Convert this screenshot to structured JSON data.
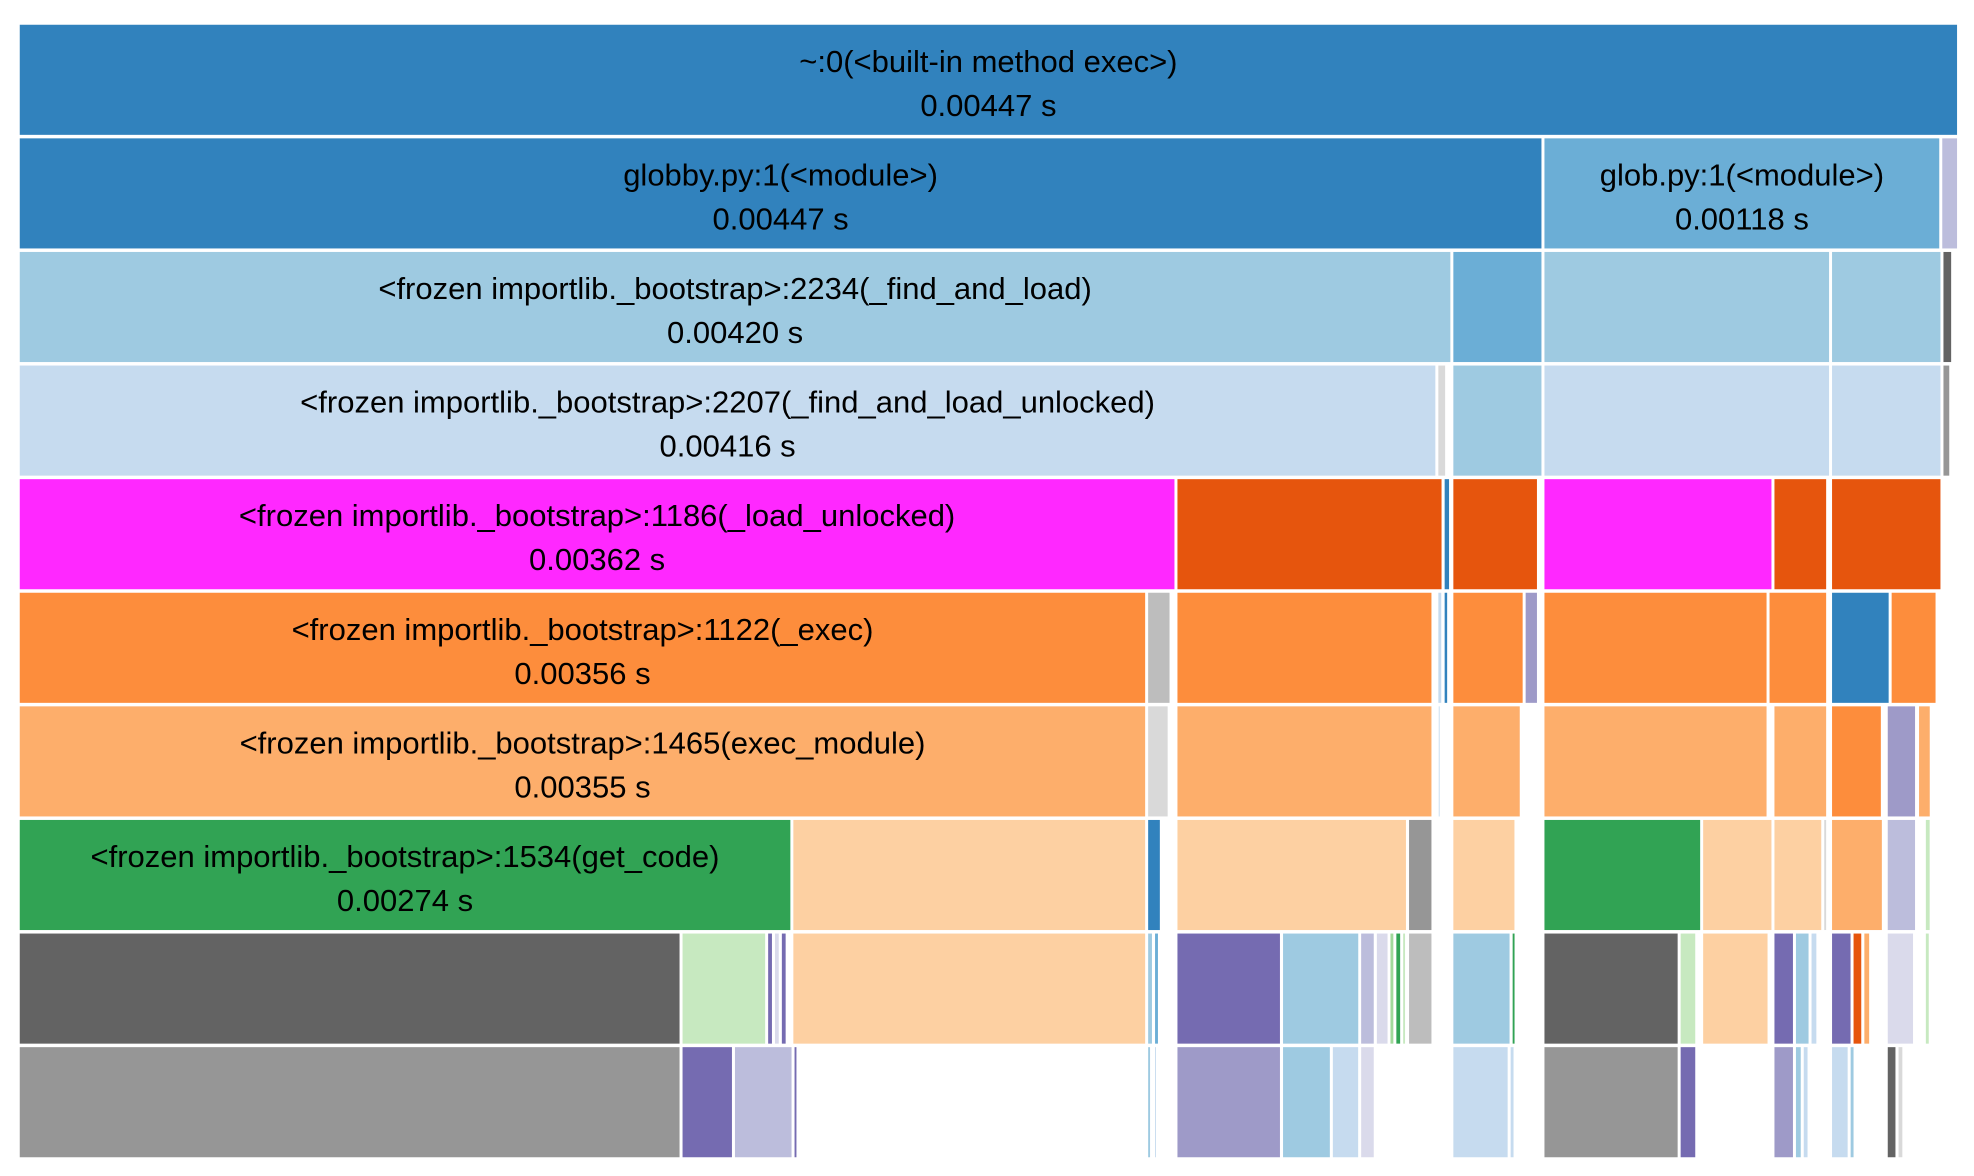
{
  "palette": {
    "dark_blue": "#3182bd",
    "mid_blue": "#6baed6",
    "light_blue": "#9ecae1",
    "pale_blue": "#c6dbef",
    "magenta": "#ff28ff",
    "dark_orange": "#e6550d",
    "orange": "#fd8d3c",
    "light_orange": "#fdae6b",
    "pale_orange": "#fdd0a2",
    "green": "#31a354",
    "light_green": "#a1d99b",
    "pale_green": "#c7e9c0",
    "dark_purple": "#756bb1",
    "purple": "#9e9ac8",
    "light_purple": "#bcbddc",
    "pale_purple": "#dadaeb",
    "dark_gray": "#636363",
    "gray": "#969696",
    "light_gray": "#bdbdbd",
    "pale_gray": "#d9d9d9",
    "divider": "#ffffff"
  },
  "chart_data": {
    "type": "icicle",
    "description_unit": "s",
    "root_total_s": 0.00447,
    "depth_levels": 10,
    "nodes": [
      {
        "depth": 0,
        "start": 0.0,
        "end": 0.993,
        "label": "~:0(<built-in method exec>)",
        "value": "0.00447 s",
        "color": "dark_blue"
      },
      {
        "depth": 1,
        "start": 0.0,
        "end": 0.7803,
        "label": "globby.py:1(<module>)",
        "value": "0.00447 s",
        "color": "dark_blue"
      },
      {
        "depth": 1,
        "start": 0.7803,
        "end": 0.9839,
        "label": "glob.py:1(<module>)",
        "value": "0.00118 s",
        "color": "mid_blue"
      },
      {
        "depth": 1,
        "start": 0.9839,
        "end": 0.993,
        "color": "light_purple"
      },
      {
        "depth": 2,
        "start": 0.0,
        "end": 0.7337,
        "label": "<frozen importlib._bootstrap>:2234(_find_and_load)",
        "value": "0.00420 s",
        "color": "light_blue"
      },
      {
        "depth": 2,
        "start": 0.7337,
        "end": 0.7803,
        "color": "mid_blue"
      },
      {
        "depth": 2,
        "start": 0.7803,
        "end": 0.9275,
        "color": "light_blue"
      },
      {
        "depth": 2,
        "start": 0.9275,
        "end": 0.9845,
        "color": "light_blue"
      },
      {
        "depth": 2,
        "start": 0.9845,
        "end": 0.99,
        "color": "dark_gray"
      },
      {
        "depth": 3,
        "start": 0.0,
        "end": 0.726,
        "label": "<frozen importlib._bootstrap>:2207(_find_and_load_unlocked)",
        "value": "0.00416 s",
        "color": "pale_blue"
      },
      {
        "depth": 3,
        "start": 0.726,
        "end": 0.731,
        "color": "pale_gray"
      },
      {
        "depth": 3,
        "start": 0.7337,
        "end": 0.7803,
        "color": "light_blue"
      },
      {
        "depth": 3,
        "start": 0.7803,
        "end": 0.9275,
        "color": "pale_blue"
      },
      {
        "depth": 3,
        "start": 0.9275,
        "end": 0.9845,
        "color": "pale_blue"
      },
      {
        "depth": 3,
        "start": 0.9845,
        "end": 0.989,
        "color": "gray"
      },
      {
        "depth": 4,
        "start": 0.0,
        "end": 0.5925,
        "label": "<frozen importlib._bootstrap>:1186(_load_unlocked)",
        "value": "0.00362 s",
        "color": "magenta"
      },
      {
        "depth": 4,
        "start": 0.5925,
        "end": 0.7292,
        "color": "dark_orange"
      },
      {
        "depth": 4,
        "start": 0.7292,
        "end": 0.733,
        "color": "dark_blue"
      },
      {
        "depth": 4,
        "start": 0.7337,
        "end": 0.778,
        "color": "dark_orange"
      },
      {
        "depth": 4,
        "start": 0.7803,
        "end": 0.898,
        "color": "magenta"
      },
      {
        "depth": 4,
        "start": 0.898,
        "end": 0.926,
        "color": "dark_orange"
      },
      {
        "depth": 4,
        "start": 0.9275,
        "end": 0.9845,
        "color": "dark_orange"
      },
      {
        "depth": 5,
        "start": 0.0,
        "end": 0.5775,
        "label": "<frozen importlib._bootstrap>:1122(_exec)",
        "value": "0.00356 s",
        "color": "orange"
      },
      {
        "depth": 5,
        "start": 0.5775,
        "end": 0.59,
        "color": "light_gray"
      },
      {
        "depth": 5,
        "start": 0.5925,
        "end": 0.724,
        "color": "orange"
      },
      {
        "depth": 5,
        "start": 0.726,
        "end": 0.729,
        "color": "pale_blue"
      },
      {
        "depth": 5,
        "start": 0.7292,
        "end": 0.732,
        "color": "dark_blue"
      },
      {
        "depth": 5,
        "start": 0.7337,
        "end": 0.7707,
        "color": "orange"
      },
      {
        "depth": 5,
        "start": 0.7707,
        "end": 0.778,
        "color": "purple"
      },
      {
        "depth": 5,
        "start": 0.7803,
        "end": 0.8955,
        "color": "orange"
      },
      {
        "depth": 5,
        "start": 0.8955,
        "end": 0.926,
        "color": "orange"
      },
      {
        "depth": 5,
        "start": 0.9275,
        "end": 0.958,
        "color": "dark_blue"
      },
      {
        "depth": 5,
        "start": 0.958,
        "end": 0.982,
        "color": "orange"
      },
      {
        "depth": 6,
        "start": 0.0,
        "end": 0.5775,
        "label": "<frozen importlib._bootstrap>:1465(exec_module)",
        "value": "0.00355 s",
        "color": "light_orange"
      },
      {
        "depth": 6,
        "start": 0.5775,
        "end": 0.589,
        "color": "pale_gray"
      },
      {
        "depth": 6,
        "start": 0.5925,
        "end": 0.724,
        "color": "light_orange"
      },
      {
        "depth": 6,
        "start": 0.7262,
        "end": 0.7282,
        "color": "pale_blue"
      },
      {
        "depth": 6,
        "start": 0.7337,
        "end": 0.7692,
        "color": "light_orange"
      },
      {
        "depth": 6,
        "start": 0.7803,
        "end": 0.8955,
        "color": "light_orange"
      },
      {
        "depth": 6,
        "start": 0.898,
        "end": 0.926,
        "color": "light_orange"
      },
      {
        "depth": 6,
        "start": 0.9275,
        "end": 0.954,
        "color": "orange"
      },
      {
        "depth": 6,
        "start": 0.956,
        "end": 0.9715,
        "color": "purple"
      },
      {
        "depth": 6,
        "start": 0.972,
        "end": 0.979,
        "color": "light_orange"
      },
      {
        "depth": 7,
        "start": 0.0,
        "end": 0.3959,
        "label": "<frozen importlib._bootstrap>:1534(get_code)",
        "value": "0.00274 s",
        "color": "green"
      },
      {
        "depth": 7,
        "start": 0.3959,
        "end": 0.5775,
        "color": "pale_orange"
      },
      {
        "depth": 7,
        "start": 0.5775,
        "end": 0.585,
        "color": "dark_blue"
      },
      {
        "depth": 7,
        "start": 0.5925,
        "end": 0.711,
        "color": "pale_orange"
      },
      {
        "depth": 7,
        "start": 0.711,
        "end": 0.724,
        "color": "gray"
      },
      {
        "depth": 7,
        "start": 0.7337,
        "end": 0.7665,
        "color": "pale_orange"
      },
      {
        "depth": 7,
        "start": 0.7803,
        "end": 0.8615,
        "color": "green"
      },
      {
        "depth": 7,
        "start": 0.8615,
        "end": 0.898,
        "color": "pale_orange"
      },
      {
        "depth": 7,
        "start": 0.898,
        "end": 0.9235,
        "color": "pale_orange"
      },
      {
        "depth": 7,
        "start": 0.9235,
        "end": 0.926,
        "color": "pale_gray"
      },
      {
        "depth": 7,
        "start": 0.9275,
        "end": 0.9545,
        "color": "light_orange"
      },
      {
        "depth": 7,
        "start": 0.956,
        "end": 0.9715,
        "color": "light_purple"
      },
      {
        "depth": 7,
        "start": 0.9755,
        "end": 0.979,
        "color": "pale_green"
      },
      {
        "depth": 8,
        "start": 0.0,
        "end": 0.3392,
        "color": "dark_gray"
      },
      {
        "depth": 8,
        "start": 0.3392,
        "end": 0.383,
        "color": "pale_green"
      },
      {
        "depth": 8,
        "start": 0.383,
        "end": 0.3865,
        "color": "dark_purple"
      },
      {
        "depth": 8,
        "start": 0.3865,
        "end": 0.39,
        "color": "pale_purple"
      },
      {
        "depth": 8,
        "start": 0.39,
        "end": 0.3935,
        "color": "dark_purple"
      },
      {
        "depth": 8,
        "start": 0.3959,
        "end": 0.5775,
        "color": "pale_orange"
      },
      {
        "depth": 8,
        "start": 0.5775,
        "end": 0.581,
        "color": "light_blue"
      },
      {
        "depth": 8,
        "start": 0.581,
        "end": 0.584,
        "color": "mid_blue"
      },
      {
        "depth": 8,
        "start": 0.5925,
        "end": 0.6465,
        "color": "dark_purple"
      },
      {
        "depth": 8,
        "start": 0.6465,
        "end": 0.6865,
        "color": "light_blue"
      },
      {
        "depth": 8,
        "start": 0.6865,
        "end": 0.6945,
        "color": "light_purple"
      },
      {
        "depth": 8,
        "start": 0.6945,
        "end": 0.7015,
        "color": "pale_purple"
      },
      {
        "depth": 8,
        "start": 0.7015,
        "end": 0.7045,
        "color": "light_green"
      },
      {
        "depth": 8,
        "start": 0.7045,
        "end": 0.708,
        "color": "green"
      },
      {
        "depth": 8,
        "start": 0.708,
        "end": 0.7105,
        "color": "pale_green"
      },
      {
        "depth": 8,
        "start": 0.711,
        "end": 0.724,
        "color": "light_gray"
      },
      {
        "depth": 8,
        "start": 0.7337,
        "end": 0.764,
        "color": "light_blue"
      },
      {
        "depth": 8,
        "start": 0.764,
        "end": 0.7665,
        "color": "green"
      },
      {
        "depth": 8,
        "start": 0.7803,
        "end": 0.85,
        "color": "dark_gray"
      },
      {
        "depth": 8,
        "start": 0.85,
        "end": 0.859,
        "color": "pale_green"
      },
      {
        "depth": 8,
        "start": 0.8615,
        "end": 0.896,
        "color": "pale_orange"
      },
      {
        "depth": 8,
        "start": 0.898,
        "end": 0.909,
        "color": "dark_purple"
      },
      {
        "depth": 8,
        "start": 0.909,
        "end": 0.917,
        "color": "light_blue"
      },
      {
        "depth": 8,
        "start": 0.917,
        "end": 0.921,
        "color": "pale_blue"
      },
      {
        "depth": 8,
        "start": 0.9275,
        "end": 0.9385,
        "color": "dark_purple"
      },
      {
        "depth": 8,
        "start": 0.9385,
        "end": 0.944,
        "color": "dark_orange"
      },
      {
        "depth": 8,
        "start": 0.944,
        "end": 0.948,
        "color": "light_orange"
      },
      {
        "depth": 8,
        "start": 0.956,
        "end": 0.9705,
        "color": "pale_purple"
      },
      {
        "depth": 8,
        "start": 0.9755,
        "end": 0.9785,
        "color": "pale_green"
      },
      {
        "depth": 9,
        "start": 0.0,
        "end": 0.3392,
        "color": "gray"
      },
      {
        "depth": 9,
        "start": 0.3392,
        "end": 0.366,
        "color": "dark_purple"
      },
      {
        "depth": 9,
        "start": 0.366,
        "end": 0.3965,
        "color": "light_purple"
      },
      {
        "depth": 9,
        "start": 0.3965,
        "end": 0.399,
        "color": "dark_purple"
      },
      {
        "depth": 9,
        "start": 0.5775,
        "end": 0.58,
        "color": "light_blue"
      },
      {
        "depth": 9,
        "start": 0.581,
        "end": 0.583,
        "color": "pale_blue"
      },
      {
        "depth": 9,
        "start": 0.5925,
        "end": 0.6465,
        "color": "purple"
      },
      {
        "depth": 9,
        "start": 0.6465,
        "end": 0.672,
        "color": "light_blue"
      },
      {
        "depth": 9,
        "start": 0.672,
        "end": 0.6865,
        "color": "pale_blue"
      },
      {
        "depth": 9,
        "start": 0.6865,
        "end": 0.6945,
        "color": "pale_purple"
      },
      {
        "depth": 9,
        "start": 0.707,
        "end": 0.7085,
        "color": "light_green"
      },
      {
        "depth": 9,
        "start": 0.7337,
        "end": 0.763,
        "color": "pale_blue"
      },
      {
        "depth": 9,
        "start": 0.763,
        "end": 0.766,
        "color": "pale_blue"
      },
      {
        "depth": 9,
        "start": 0.7803,
        "end": 0.85,
        "color": "gray"
      },
      {
        "depth": 9,
        "start": 0.85,
        "end": 0.859,
        "color": "dark_purple"
      },
      {
        "depth": 9,
        "start": 0.898,
        "end": 0.909,
        "color": "purple"
      },
      {
        "depth": 9,
        "start": 0.909,
        "end": 0.913,
        "color": "light_blue"
      },
      {
        "depth": 9,
        "start": 0.913,
        "end": 0.9165,
        "color": "pale_blue"
      },
      {
        "depth": 9,
        "start": 0.9275,
        "end": 0.937,
        "color": "pale_blue"
      },
      {
        "depth": 9,
        "start": 0.937,
        "end": 0.94,
        "color": "light_blue"
      },
      {
        "depth": 9,
        "start": 0.956,
        "end": 0.9615,
        "color": "dark_gray"
      },
      {
        "depth": 9,
        "start": 0.9615,
        "end": 0.965,
        "color": "pale_gray"
      }
    ]
  }
}
